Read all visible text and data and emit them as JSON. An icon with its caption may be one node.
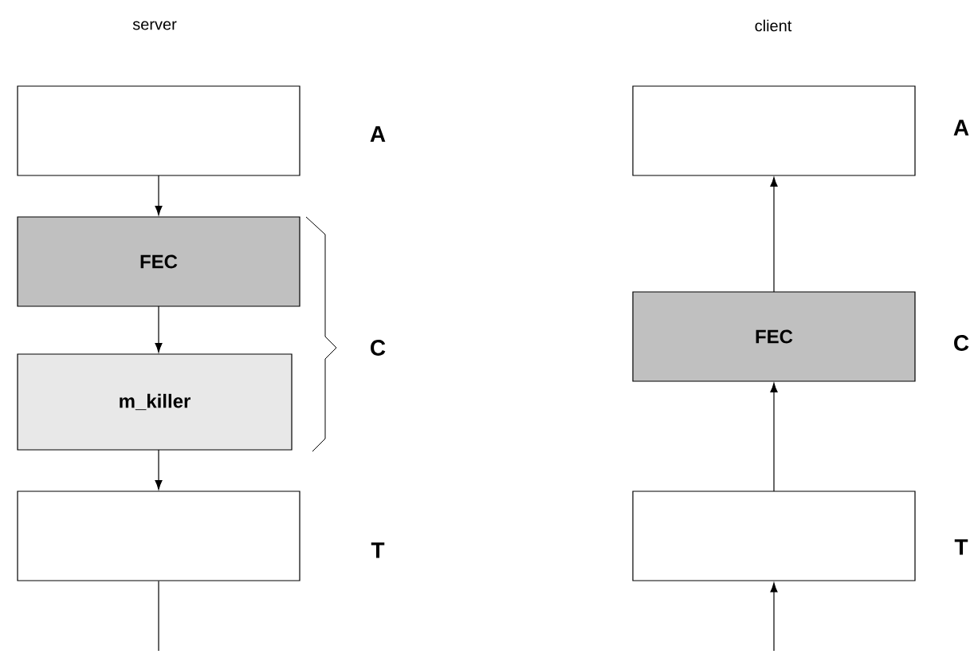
{
  "diagram": {
    "nodes": [
      {
        "text": [],
        "shape": "box",
        "beside": [
          "A"
        ]
      },
      {
        "text": [
          "FEC"
        ]
      },
      {
        "text": [
          "m_killer"
        ]
      },
      {
        "text": [],
        "shape": "box",
        "beside": [
          "T"
        ]
      },
      {
        "text": [],
        "shape": "box",
        "beside": [
          "A"
        ]
      },
      {
        "text": [
          "FEC"
        ],
        "beside": [
          "C"
        ]
      },
      {
        "text": [],
        "shape": "box",
        "beside": [
          "T"
        ]
      }
    ],
    "edges": [
      {
        "from": 0,
        "to": 1,
        "arrow": "to"
      },
      {
        "from": 1,
        "to": 2,
        "arrow": "to"
      },
      {
        "from": 2,
        "to": 3,
        "arrow": "to"
      },
      {
        "from": 3,
        "to": null,
        "arrow": "none"
      },
      {
        "from": 5,
        "to": 4,
        "arrow": "to"
      },
      {
        "from": 6,
        "to": 5,
        "arrow": "to"
      },
      {
        "from": null,
        "to": 6,
        "arrow": "to"
      }
    ],
    "labels": [
      "server",
      "client",
      "C"
    ]
  }
}
